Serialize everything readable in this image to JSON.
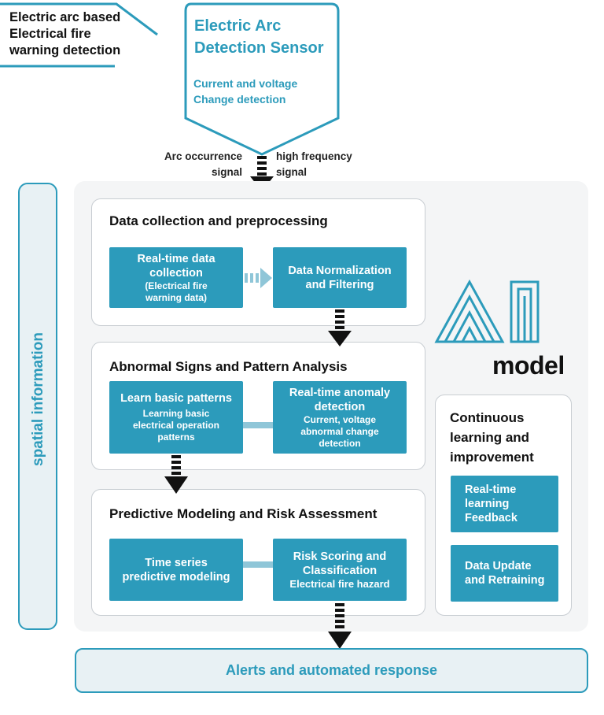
{
  "header_tag": "Electric arc based\nElectrical fire\nwarning detection",
  "sensor": {
    "title": "Electric Arc\nDetection Sensor",
    "subtitle": "Current and voltage\nChange detection"
  },
  "signals": {
    "left": "Arc occurrence\nsignal",
    "right": "high frequency\nsignal"
  },
  "side_label": "spatial information",
  "stages": [
    {
      "title": "Data collection and preprocessing",
      "boxes": [
        {
          "main": "Real-time data\ncollection",
          "sub": "(Electrical fire\nwarning data)"
        },
        {
          "main": "Data Normalization\nand Filtering",
          "sub": ""
        }
      ]
    },
    {
      "title": "Abnormal Signs and Pattern Analysis",
      "boxes": [
        {
          "main": "Learn basic patterns",
          "sub": "Learning basic\nelectrical operation\npatterns"
        },
        {
          "main": "Real-time anomaly\ndetection",
          "sub": "Current, voltage\nabnormal change\ndetection"
        }
      ]
    },
    {
      "title": "Predictive Modeling and Risk Assessment",
      "boxes": [
        {
          "main": "Time series\npredictive modeling",
          "sub": ""
        },
        {
          "main": "Risk Scoring and\nClassification",
          "sub": "Electrical fire hazard"
        }
      ]
    }
  ],
  "ai_model": {
    "logo_letters": "AI",
    "label": "model"
  },
  "continuous": {
    "title": "Continuous\nlearning and\nimprovement",
    "boxes": [
      "Real-time\nlearning\nFeedback",
      "Data Update\nand Retraining"
    ]
  },
  "output": "Alerts and automated response",
  "colors": {
    "accent": "#2c9bbb",
    "light_accent": "#e8f1f4",
    "panel": "#f4f5f6",
    "arrow": "#111111"
  }
}
